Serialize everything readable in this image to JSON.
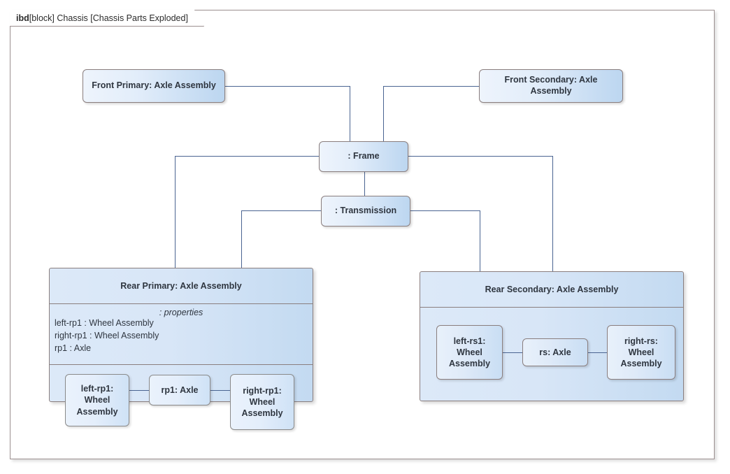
{
  "diagram": {
    "kind": "ibd",
    "header": "[block] Chassis [Chassis Parts Exploded]"
  },
  "nodes": {
    "front_primary": {
      "label": "Front Primary: Axle Assembly"
    },
    "front_secondary": {
      "label": "Front Secondary: Axle Assembly"
    },
    "frame": {
      "label": ": Frame"
    },
    "transmission": {
      "label": ": Transmission"
    }
  },
  "rear_primary": {
    "title": "Rear Primary: Axle Assembly",
    "properties_label": ": properties",
    "properties": [
      "left-rp1 : Wheel Assembly",
      "right-rp1 : Wheel Assembly",
      "rp1 : Axle"
    ],
    "parts": [
      {
        "label": "left-rp1: Wheel Assembly"
      },
      {
        "label": "rp1: Axle"
      },
      {
        "label": "right-rp1: Wheel Assembly"
      }
    ]
  },
  "rear_secondary": {
    "title": "Rear Secondary: Axle Assembly",
    "parts": [
      {
        "label": "left-rs1: Wheel Assembly"
      },
      {
        "label": "rs: Axle"
      },
      {
        "label": "right-rs: Wheel Assembly"
      }
    ]
  },
  "colors": {
    "connector": "#4a6491",
    "frame_border": "#9c9090",
    "node_border": "#8a7e7e",
    "node_fill_light": "#eef4fc",
    "node_fill_dark": "#bcd6f0",
    "composite_fill_light": "#dce9f8",
    "composite_fill_dark": "#c3daf1",
    "text": "#2f3640"
  }
}
